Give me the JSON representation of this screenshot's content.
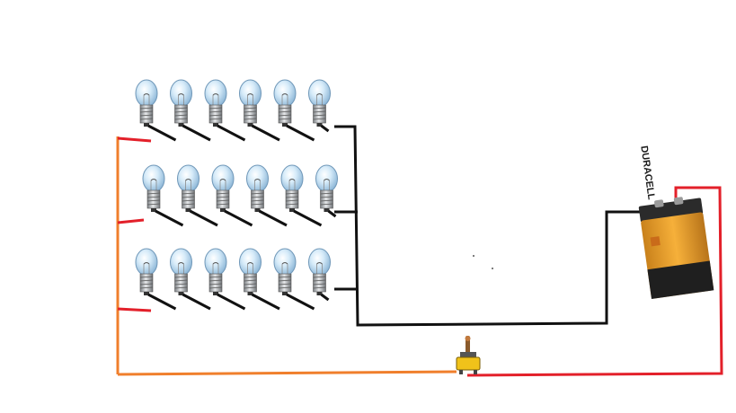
{
  "diagram": {
    "background": "#ffffff",
    "colors": {
      "black_wire": "#111111",
      "red_wire": "#e3202a",
      "orange_wire": "#f07f2c",
      "bulb_glass": "#cfe6f7",
      "bulb_base": "#b9bcbf",
      "battery_body": "#f2a323",
      "battery_top": "#2b2b2b",
      "switch_body": "#f0c21a"
    },
    "components": {
      "bulb_rows": 3,
      "bulbs_per_row": 6,
      "battery": {
        "brand_label": "DURACELL",
        "icon": "battery-9v-icon"
      },
      "switch": {
        "icon": "toggle-switch-icon"
      },
      "bulb": {
        "icon": "light-bulb-icon"
      }
    }
  }
}
